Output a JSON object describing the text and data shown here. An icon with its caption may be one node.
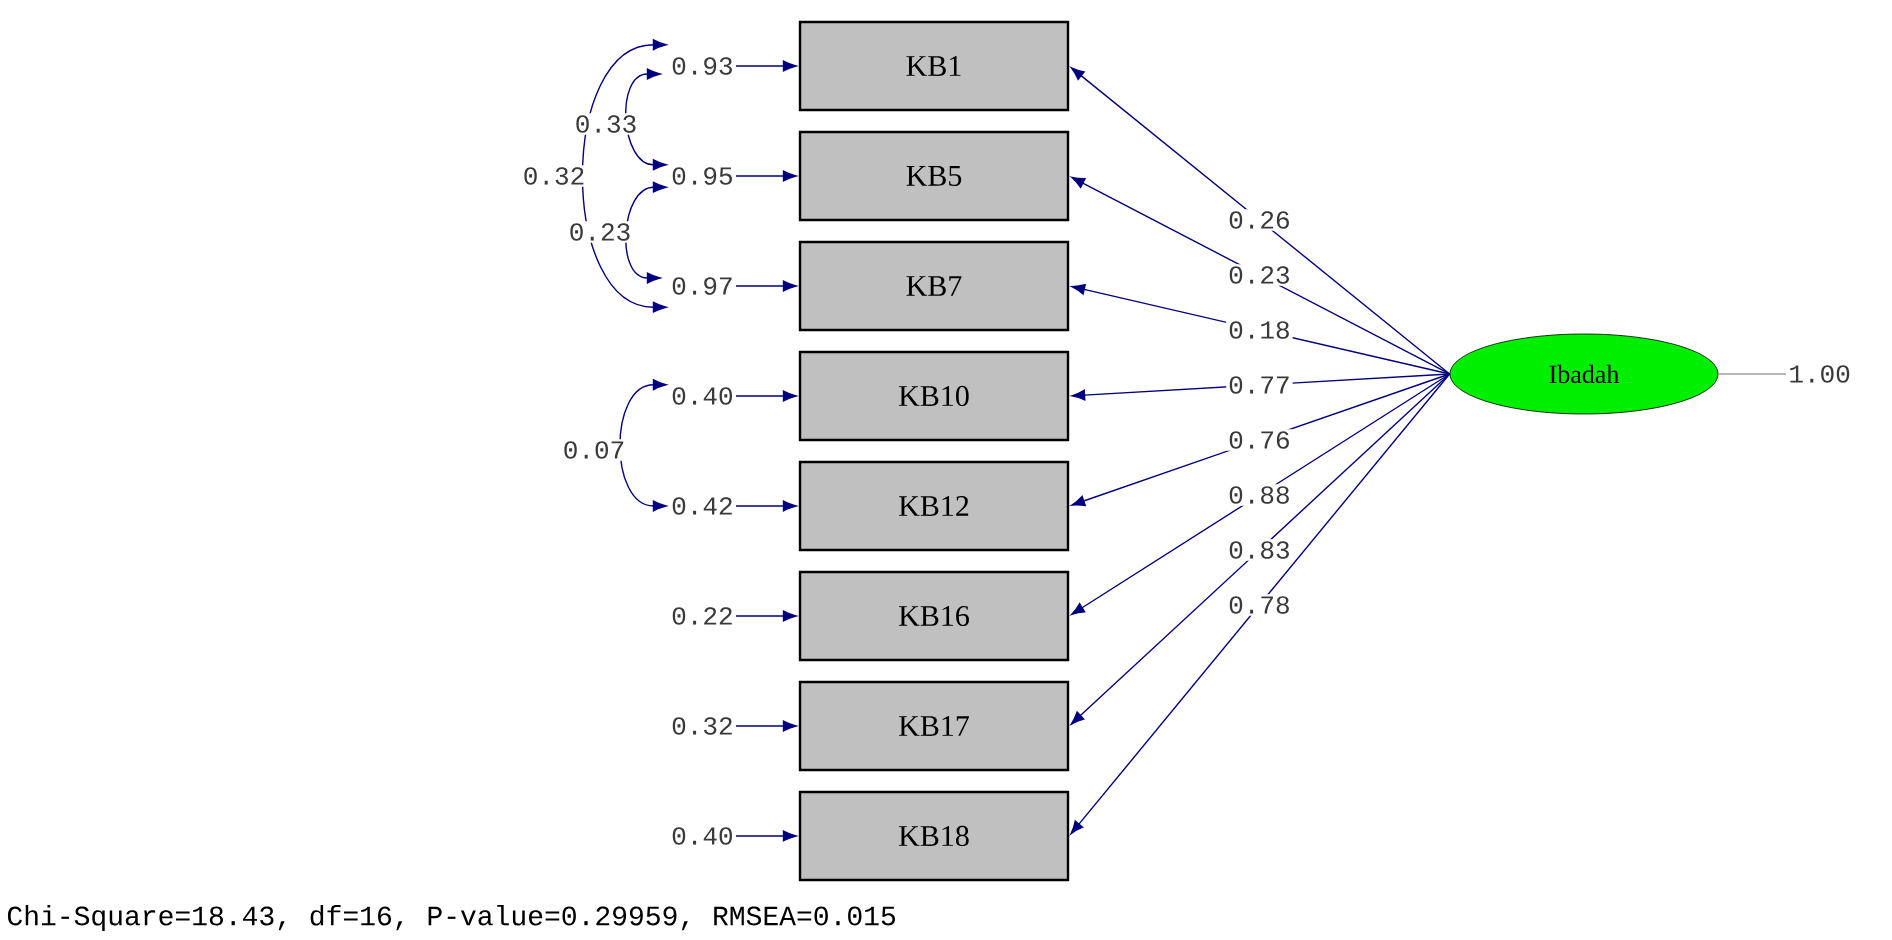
{
  "diagram": {
    "caption": "Chi-Square=18.43, df=16, P-value=0.29959, RMSEA=0.015",
    "nodes": [
      {
        "text": [
          "KB1"
        ]
      },
      {
        "text": [
          "KB5"
        ]
      },
      {
        "text": [
          "KB7"
        ]
      },
      {
        "text": [
          "KB10"
        ]
      },
      {
        "text": [
          "KB12"
        ]
      },
      {
        "text": [
          "KB16"
        ]
      },
      {
        "text": [
          "KB17"
        ]
      },
      {
        "text": [
          "KB18"
        ]
      },
      {
        "text": [
          "Ibadah"
        ]
      },
      {
        "text": [
          "0.93"
        ]
      },
      {
        "text": [
          "0.95"
        ]
      },
      {
        "text": [
          "0.97"
        ]
      },
      {
        "text": [
          "0.40"
        ]
      },
      {
        "text": [
          "0.42"
        ]
      },
      {
        "text": [
          "0.22"
        ]
      },
      {
        "text": [
          "0.32"
        ]
      },
      {
        "text": [
          "0.40"
        ]
      },
      {
        "text": [
          "1.00"
        ]
      }
    ],
    "edges": [
      {
        "from": 8,
        "to": 0,
        "arrow": "to",
        "label": "0.26"
      },
      {
        "from": 8,
        "to": 1,
        "arrow": "to",
        "label": "0.23"
      },
      {
        "from": 8,
        "to": 2,
        "arrow": "to",
        "label": "0.18"
      },
      {
        "from": 8,
        "to": 3,
        "arrow": "to",
        "label": "0.77"
      },
      {
        "from": 8,
        "to": 4,
        "arrow": "to",
        "label": "0.76"
      },
      {
        "from": 8,
        "to": 5,
        "arrow": "to",
        "label": "0.88"
      },
      {
        "from": 8,
        "to": 6,
        "arrow": "to",
        "label": "0.83"
      },
      {
        "from": 8,
        "to": 7,
        "arrow": "to",
        "label": "0.78"
      },
      {
        "from": 9,
        "to": 0,
        "arrow": "to"
      },
      {
        "from": 10,
        "to": 1,
        "arrow": "to"
      },
      {
        "from": 11,
        "to": 2,
        "arrow": "to"
      },
      {
        "from": 12,
        "to": 3,
        "arrow": "to"
      },
      {
        "from": 13,
        "to": 4,
        "arrow": "to"
      },
      {
        "from": 14,
        "to": 5,
        "arrow": "to"
      },
      {
        "from": 15,
        "to": 6,
        "arrow": "to"
      },
      {
        "from": 16,
        "to": 7,
        "arrow": "to"
      },
      {
        "from": 9,
        "to": 10,
        "arrow": "both",
        "label": "0.33"
      },
      {
        "from": 9,
        "to": 11,
        "arrow": "both",
        "label": "0.32"
      },
      {
        "from": 10,
        "to": 11,
        "arrow": "both",
        "label": "0.23"
      },
      {
        "from": 12,
        "to": 13,
        "arrow": "both",
        "label": "0.07"
      },
      {
        "from": 8,
        "to": 17,
        "arrow": "none",
        "color": "#a0a0a0"
      }
    ]
  }
}
